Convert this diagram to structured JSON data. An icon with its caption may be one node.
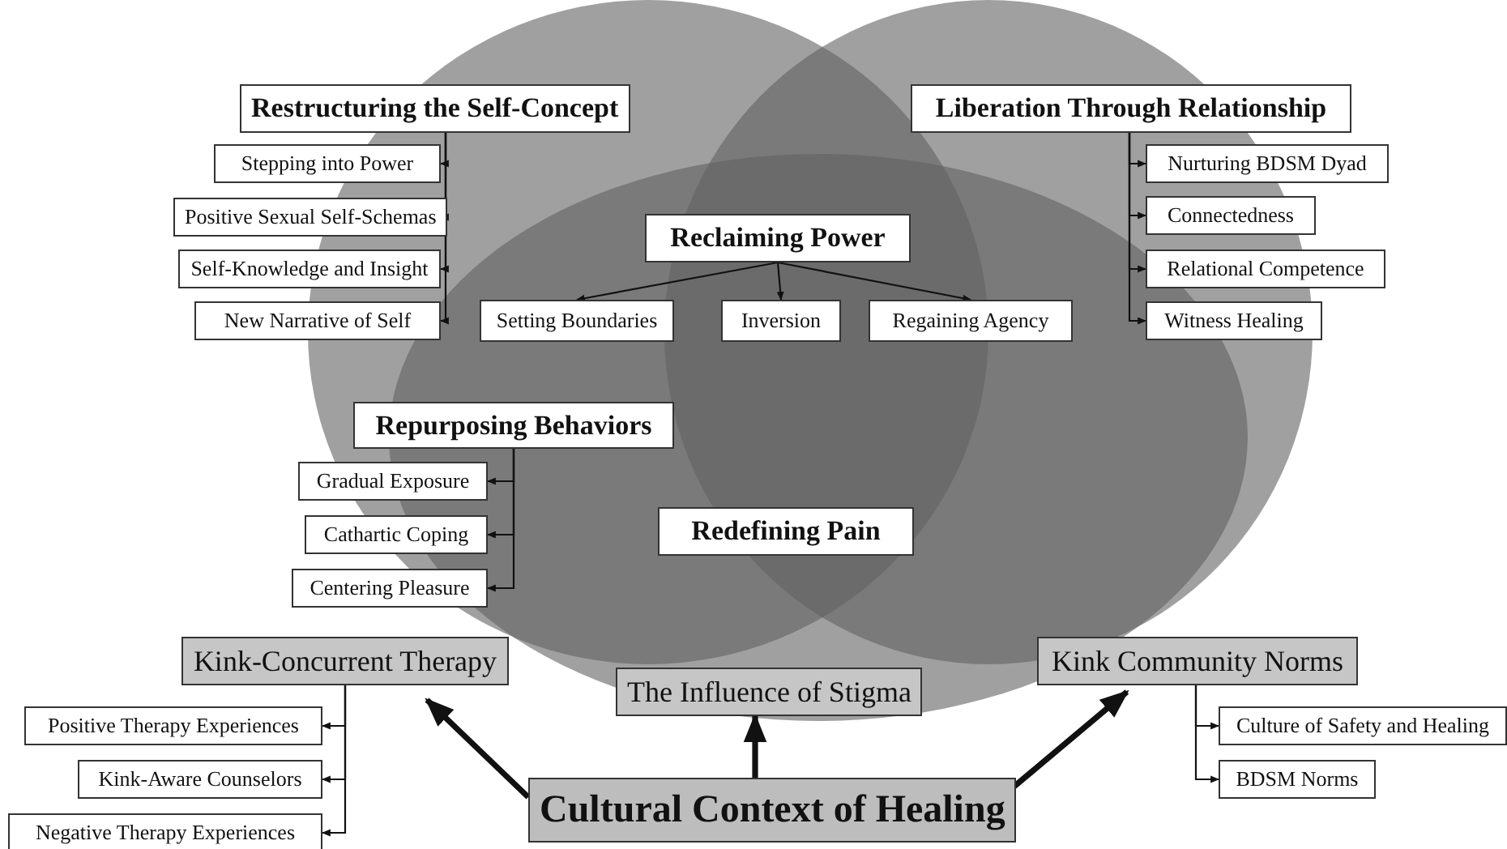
{
  "diagram": {
    "nodes": [
      {
        "text": [
          "Restructuring the Self-Concept"
        ]
      },
      {
        "text": [
          "Stepping into Power"
        ]
      },
      {
        "text": [
          "Positive Sexual Self-Schemas"
        ]
      },
      {
        "text": [
          "Self-Knowledge and Insight"
        ]
      },
      {
        "text": [
          "New Narrative of Self"
        ]
      },
      {
        "text": [
          "Liberation Through Relationship"
        ]
      },
      {
        "text": [
          "Nurturing BDSM Dyad"
        ]
      },
      {
        "text": [
          "Connectedness"
        ]
      },
      {
        "text": [
          "Relational Competence"
        ]
      },
      {
        "text": [
          "Witness Healing"
        ]
      },
      {
        "text": [
          "Reclaiming Power"
        ]
      },
      {
        "text": [
          "Setting Boundaries"
        ]
      },
      {
        "text": [
          "Inversion"
        ]
      },
      {
        "text": [
          "Regaining Agency"
        ]
      },
      {
        "text": [
          "Repurposing Behaviors"
        ]
      },
      {
        "text": [
          "Gradual Exposure"
        ]
      },
      {
        "text": [
          "Cathartic Coping"
        ]
      },
      {
        "text": [
          "Centering Pleasure"
        ]
      },
      {
        "text": [
          "Redefining Pain"
        ]
      },
      {
        "text": [
          "Kink-Concurrent Therapy"
        ]
      },
      {
        "text": [
          "Positive Therapy Experiences"
        ]
      },
      {
        "text": [
          "Kink-Aware Counselors"
        ]
      },
      {
        "text": [
          "Negative Therapy Experiences"
        ]
      },
      {
        "text": [
          "The Influence of Stigma"
        ]
      },
      {
        "text": [
          "Kink Community Norms"
        ]
      },
      {
        "text": [
          "Culture of Safety and Healing"
        ]
      },
      {
        "text": [
          "BDSM Norms"
        ]
      },
      {
        "text": [
          "Cultural Context of Healing"
        ]
      }
    ],
    "edges": [
      {
        "from": 0,
        "to": 1,
        "arrow": "to"
      },
      {
        "from": 0,
        "to": 2,
        "arrow": "to"
      },
      {
        "from": 0,
        "to": 3,
        "arrow": "to"
      },
      {
        "from": 0,
        "to": 4,
        "arrow": "to"
      },
      {
        "from": 5,
        "to": 6,
        "arrow": "to"
      },
      {
        "from": 5,
        "to": 7,
        "arrow": "to"
      },
      {
        "from": 5,
        "to": 8,
        "arrow": "to"
      },
      {
        "from": 5,
        "to": 9,
        "arrow": "to"
      },
      {
        "from": 10,
        "to": 11,
        "arrow": "to"
      },
      {
        "from": 10,
        "to": 12,
        "arrow": "to"
      },
      {
        "from": 10,
        "to": 13,
        "arrow": "to"
      },
      {
        "from": 14,
        "to": 15,
        "arrow": "to"
      },
      {
        "from": 14,
        "to": 16,
        "arrow": "to"
      },
      {
        "from": 14,
        "to": 17,
        "arrow": "to"
      },
      {
        "from": 19,
        "to": 20,
        "arrow": "to"
      },
      {
        "from": 19,
        "to": 21,
        "arrow": "to"
      },
      {
        "from": 19,
        "to": 22,
        "arrow": "to"
      },
      {
        "from": 24,
        "to": 25,
        "arrow": "to"
      },
      {
        "from": 24,
        "to": 26,
        "arrow": "to"
      },
      {
        "from": 27,
        "to": 19,
        "arrow": "to",
        "style": "thick"
      },
      {
        "from": 27,
        "to": 23,
        "arrow": "to",
        "style": "thick"
      },
      {
        "from": 27,
        "to": 24,
        "arrow": "to",
        "style": "thick"
      }
    ]
  }
}
